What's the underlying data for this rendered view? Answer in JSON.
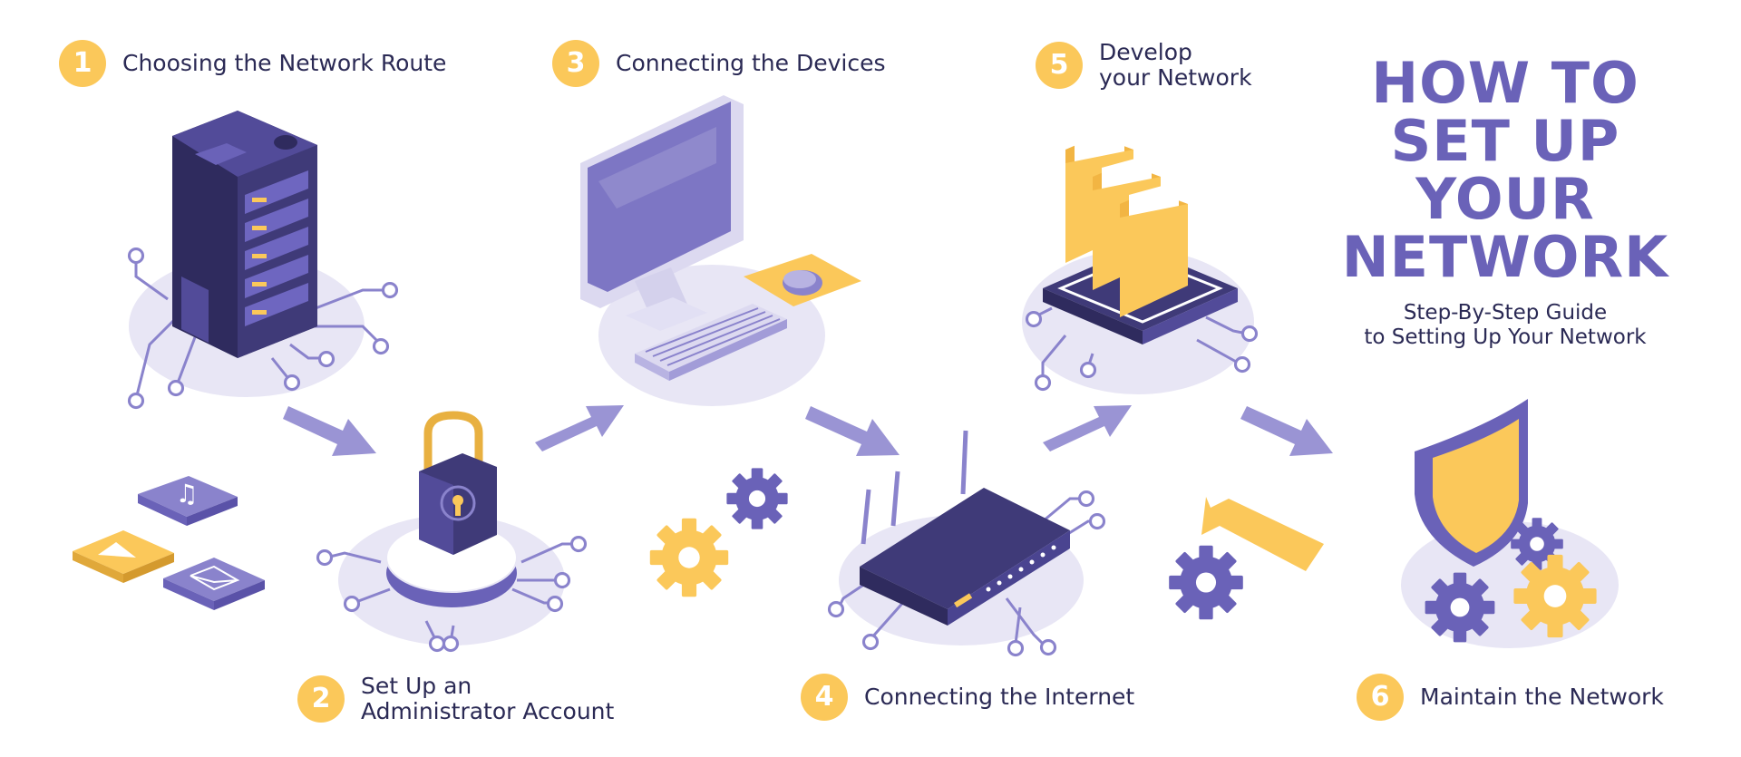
{
  "title": {
    "lines": [
      "HOW TO",
      "SET UP",
      "YOUR",
      "NETWORK"
    ],
    "subtitle": [
      "Step-By-Step Guide",
      "to Setting Up Your Network"
    ]
  },
  "steps": [
    {
      "number": "1",
      "lines": [
        "Choosing the Network Route"
      ]
    },
    {
      "number": "2",
      "lines": [
        "Set Up an",
        "Administrator Account"
      ]
    },
    {
      "number": "3",
      "lines": [
        "Connecting the Devices"
      ]
    },
    {
      "number": "4",
      "lines": [
        "Connecting the Internet"
      ]
    },
    {
      "number": "5",
      "lines": [
        "Develop",
        "your Network"
      ]
    },
    {
      "number": "6",
      "lines": [
        "Maintain the Network"
      ]
    }
  ],
  "colors": {
    "accent_yellow": "#fbc85a",
    "purple": "#6a62b8",
    "dark_purple": "#3f3a78",
    "light_lavender": "#e8e6f5",
    "text": "#2b2a55"
  },
  "icons": [
    "server-icon",
    "padlock-icon",
    "computer-icon",
    "router-icon",
    "folders-icon",
    "shield-icon",
    "gear-icon",
    "arrow-icon",
    "music-file-icon",
    "image-file-icon",
    "mail-icon"
  ]
}
